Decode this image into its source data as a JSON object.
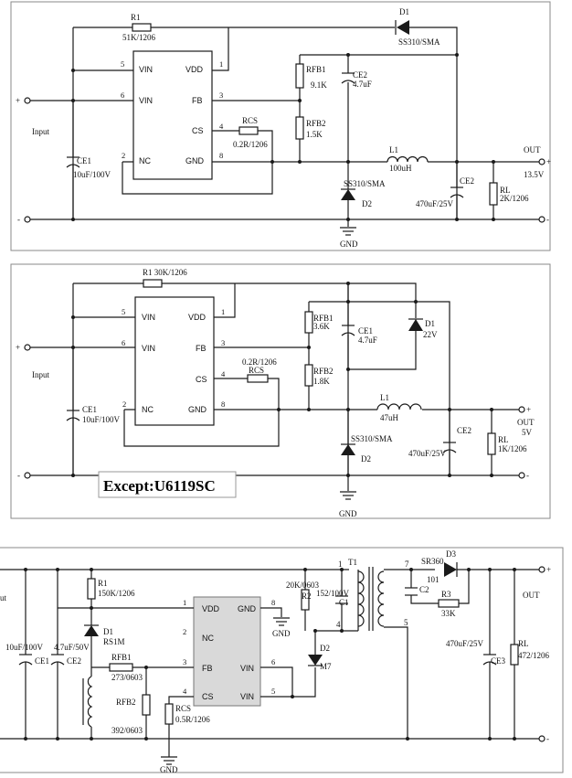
{
  "circuit1": {
    "r1_name": "R1",
    "r1_value": "51K/1206",
    "d1_name": "D1",
    "d1_value": "SS310/SMA",
    "rfb1_name": "RFB1",
    "rfb1_value": "9.1K",
    "rfb2_name": "RFB2",
    "rfb2_value": "1.5K",
    "ce2_top_name": "CE2",
    "ce2_top_value": "4.7uF",
    "rcs_name": "RCS",
    "rcs_value": "0.2R/1206",
    "l1_name": "L1",
    "l1_value": "100uH",
    "d2_part": "SS310/SMA",
    "d2_name": "D2",
    "ce1_name": "CE1",
    "ce1_value": "10uF/100V",
    "ce2_name": "CE2",
    "ce2_value": "470uF/25V",
    "rl_name": "RL",
    "rl_value": "2K/1206",
    "input_label": "Input",
    "plus": "+",
    "minus": "-",
    "out_label": "OUT",
    "out_voltage": "13.5V",
    "gnd_label": "GND",
    "pins": {
      "vin5": "VIN",
      "vin6": "VIN",
      "nc": "NC",
      "vdd": "VDD",
      "fb": "FB",
      "cs": "CS",
      "gnd": "GND",
      "n5": "5",
      "n6": "6",
      "n2": "2",
      "n1": "1",
      "n3": "3",
      "n4": "4",
      "n8": "8"
    }
  },
  "circuit2": {
    "r1_label": "R1 30K/1206",
    "rfb1_name": "RFB1",
    "rfb1_value": "3.6K",
    "rfb2_name": "RFB2",
    "rfb2_value": "1.8K",
    "ce1_top_name": "CE1",
    "ce1_top_value": "4.7uF",
    "d1_name": "D1",
    "d1_value": "22V",
    "rcs_value": "0.2R/1206",
    "rcs_name": "RCS",
    "l1_name": "L1",
    "l1_value": "47uH",
    "d2_part": "SS310/SMA",
    "d2_name": "D2",
    "ce1_name": "CE1",
    "ce1_value": "10uF/100V",
    "ce2_name": "CE2",
    "ce2_value": "470uF/25V",
    "rl_name": "RL",
    "rl_value": "1K/1206",
    "input_label": "Input",
    "plus": "+",
    "minus": "-",
    "out_label": "OUT",
    "out_voltage": "5V",
    "gnd_label": "GND",
    "except_label": "Except:U6119SC",
    "pins": {
      "vin5": "VIN",
      "vin6": "VIN",
      "nc": "NC",
      "vdd": "VDD",
      "fb": "FB",
      "cs": "CS",
      "gnd": "GND",
      "n5": "5",
      "n6": "6",
      "n2": "2",
      "n1": "1",
      "n3": "3",
      "n4": "4",
      "n8": "8"
    }
  },
  "circuit3": {
    "input_label": "ut",
    "r1_name": "R1",
    "r1_value": "150K/1206",
    "d1_name": "D1",
    "d1_value": "RS1M",
    "ce1_value": "10uF/100V",
    "ce1_name": "CE1",
    "ce2_value": "4.7uF/50V",
    "ce2_name": "CE2",
    "rfb1_name": "RFB1",
    "rfb1_value": "273/0603",
    "rfb2_name": "RFB2",
    "rfb2_value": "392/0603",
    "rcs_name": "RCS",
    "rcs_value": "0.5R/1206",
    "r2_label": "20K/0603",
    "r2_name": "R2",
    "c1_label": "152/100V",
    "c1_name": "C1",
    "d2_name": "D2",
    "d2_value": "M7",
    "t1_name": "T1",
    "d3_name": "D3",
    "d3_value": "SR360",
    "c2_label": "101",
    "c2_name": "C2",
    "r3_name": "R3",
    "r3_value": "33K",
    "ce3_value": "470uF/25V",
    "ce3_name": "CE3",
    "rl_name": "RL",
    "rl_value": "472/1206",
    "out_label": "OUT",
    "gnd_label": "GND",
    "plus": "+",
    "minus": "-",
    "pins": {
      "vdd": "VDD",
      "gnd": "GND",
      "nc": "NC",
      "fb": "FB",
      "cs": "CS",
      "vin6": "VIN",
      "vin5": "VIN",
      "n1": "1",
      "n8": "8",
      "n2": "2",
      "n3": "3",
      "n4": "4",
      "n6": "6",
      "n5": "5"
    },
    "t_pins": {
      "p1": "1",
      "p4": "4",
      "p7": "7",
      "p5": "5"
    }
  }
}
